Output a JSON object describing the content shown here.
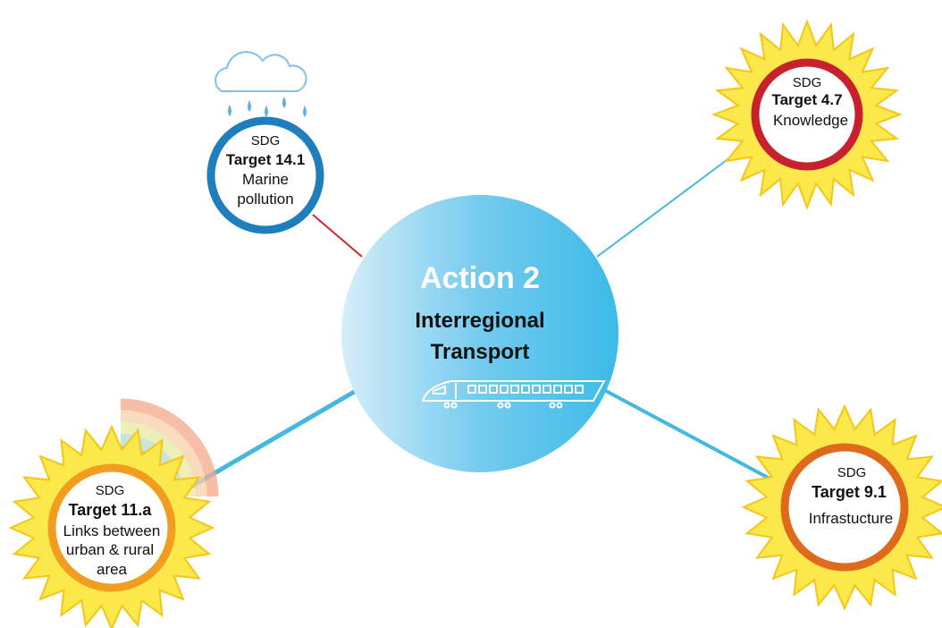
{
  "center": {
    "title": "Action 2",
    "subtitle_line1": "Interregional",
    "subtitle_line2": "Transport",
    "icon": "train-icon"
  },
  "targets": [
    {
      "id": "t14",
      "sdg": "SDG",
      "target": "Target 14.1",
      "lines": [
        "Marine",
        "pollution"
      ],
      "ring_color": "#1f7fbd",
      "decoration": "rain-cloud-icon",
      "link_color": "#d0282a"
    },
    {
      "id": "t47",
      "sdg": "SDG",
      "target": "Target 4.7",
      "lines": [
        "Knowledge"
      ],
      "ring_color": "#c8202c",
      "decoration": "sun-rays-icon",
      "link_color": "#45b8e2"
    },
    {
      "id": "t11",
      "sdg": "SDG",
      "target": "Target 11.a",
      "lines": [
        "Links between",
        "urban & rural",
        "area"
      ],
      "ring_color": "#f29d20",
      "decoration": "rainbow-icon",
      "link_color": "#45b8e2"
    },
    {
      "id": "t91",
      "sdg": "SDG",
      "target": "Target 9.1",
      "lines": [
        "Infrastucture"
      ],
      "ring_color": "#e06a1c",
      "decoration": "sun-rays-icon",
      "link_color": "#45b8e2"
    }
  ],
  "colors": {
    "center_light": "#c9e9f6",
    "center_dark": "#3bbbe8",
    "sun_fill": "#fbe84a",
    "sun_stroke": "#f5c518"
  }
}
